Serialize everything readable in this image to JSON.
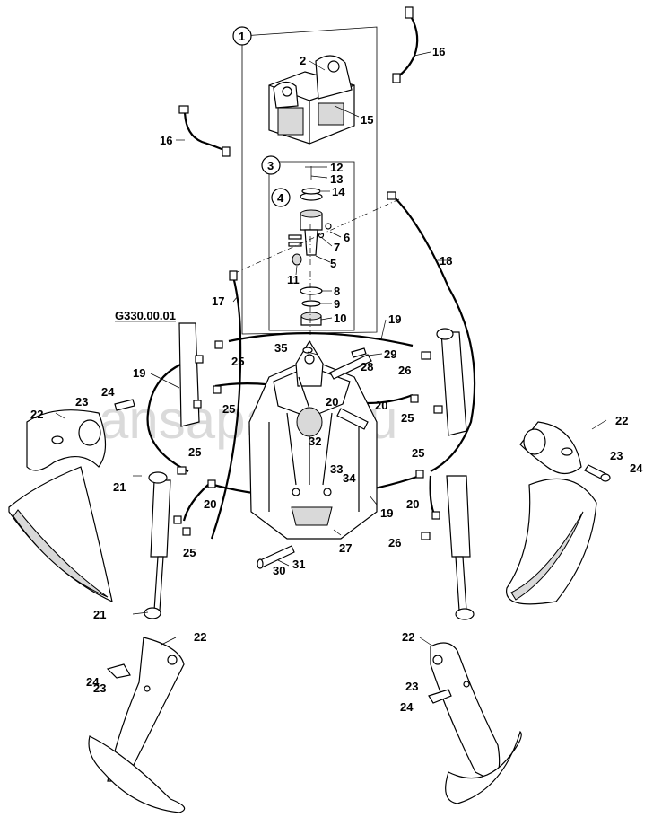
{
  "reference": "G330.00.01",
  "watermark": "ansaparts.ru",
  "callouts": {
    "c1": "1",
    "c2": "2",
    "c3": "3",
    "c4": "4",
    "c5": "5",
    "c6": "6",
    "c7": "7",
    "c8": "8",
    "c9": "9",
    "c10": "10",
    "c11": "11",
    "c12": "12",
    "c13": "13",
    "c14": "14",
    "c15": "15",
    "c16a": "16",
    "c16b": "16",
    "c17": "17",
    "c18": "18",
    "c19a": "19",
    "c19b": "19",
    "c19c": "19",
    "c20a": "20",
    "c20b": "20",
    "c20c": "20",
    "c20d": "20",
    "c21a": "21",
    "c21b": "21",
    "c22a": "22",
    "c22b": "22",
    "c22c": "22",
    "c22d": "22",
    "c23a": "23",
    "c23b": "23",
    "c23c": "23",
    "c23d": "23",
    "c24a": "24",
    "c24b": "24",
    "c24c": "24",
    "c24d": "24",
    "c25a": "25",
    "c25b": "25",
    "c25c": "25",
    "c25d": "25",
    "c25e": "25",
    "c25f": "25",
    "c26a": "26",
    "c26b": "26",
    "c27": "27",
    "c28": "28",
    "c29": "29",
    "c30": "30",
    "c31": "31",
    "c32": "32",
    "c33": "33",
    "c34": "34",
    "c35": "35"
  }
}
